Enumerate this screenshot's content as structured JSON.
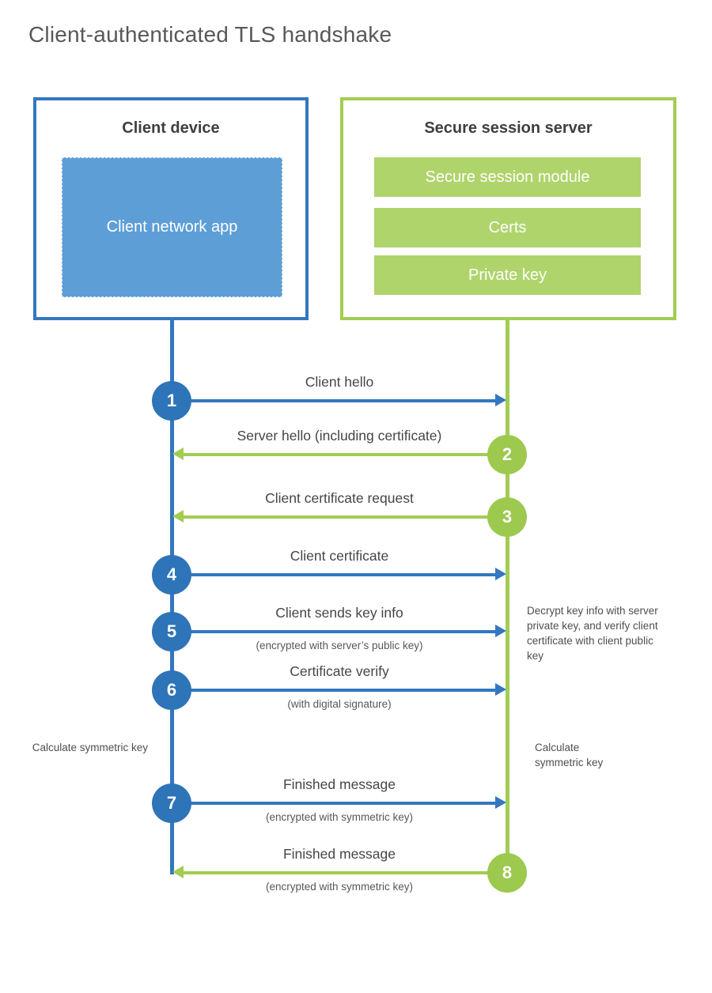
{
  "title": "Client-authenticated TLS handshake",
  "client_box": {
    "title": "Client device",
    "app": "Client network app"
  },
  "server_box": {
    "title": "Secure session server",
    "modules": [
      "Secure session module",
      "Certs",
      "Private key"
    ]
  },
  "steps": [
    {
      "num": "1",
      "from": "client",
      "label": "Client hello",
      "sub": ""
    },
    {
      "num": "2",
      "from": "server",
      "label": "Server hello (including certificate)",
      "sub": ""
    },
    {
      "num": "3",
      "from": "server",
      "label": "Client certificate request",
      "sub": ""
    },
    {
      "num": "4",
      "from": "client",
      "label": "Client certificate",
      "sub": ""
    },
    {
      "num": "5",
      "from": "client",
      "label": "Client sends key info",
      "sub": "(encrypted with server’s public key)"
    },
    {
      "num": "6",
      "from": "client",
      "label": "Certificate verify",
      "sub": "(with digital signature)"
    },
    {
      "num": "7",
      "from": "client",
      "label": "Finished message",
      "sub": "(encrypted with symmetric key)"
    },
    {
      "num": "8",
      "from": "server",
      "label": "Finished message",
      "sub": "(encrypted with symmetric key)"
    }
  ],
  "annotations": {
    "decrypt_note": "Decrypt key info with server private key, and verify client certificate with client public key",
    "calc_left": "Calculate symmetric key",
    "calc_right": "Calculate symmetric key"
  },
  "colors": {
    "blue": "#3377c0",
    "blue_circle": "#2e74b8",
    "blue_fill": "#5e9ed6",
    "green": "#a2cd52",
    "green_circle": "#9cc94e",
    "green_fill": "#afd46c"
  }
}
